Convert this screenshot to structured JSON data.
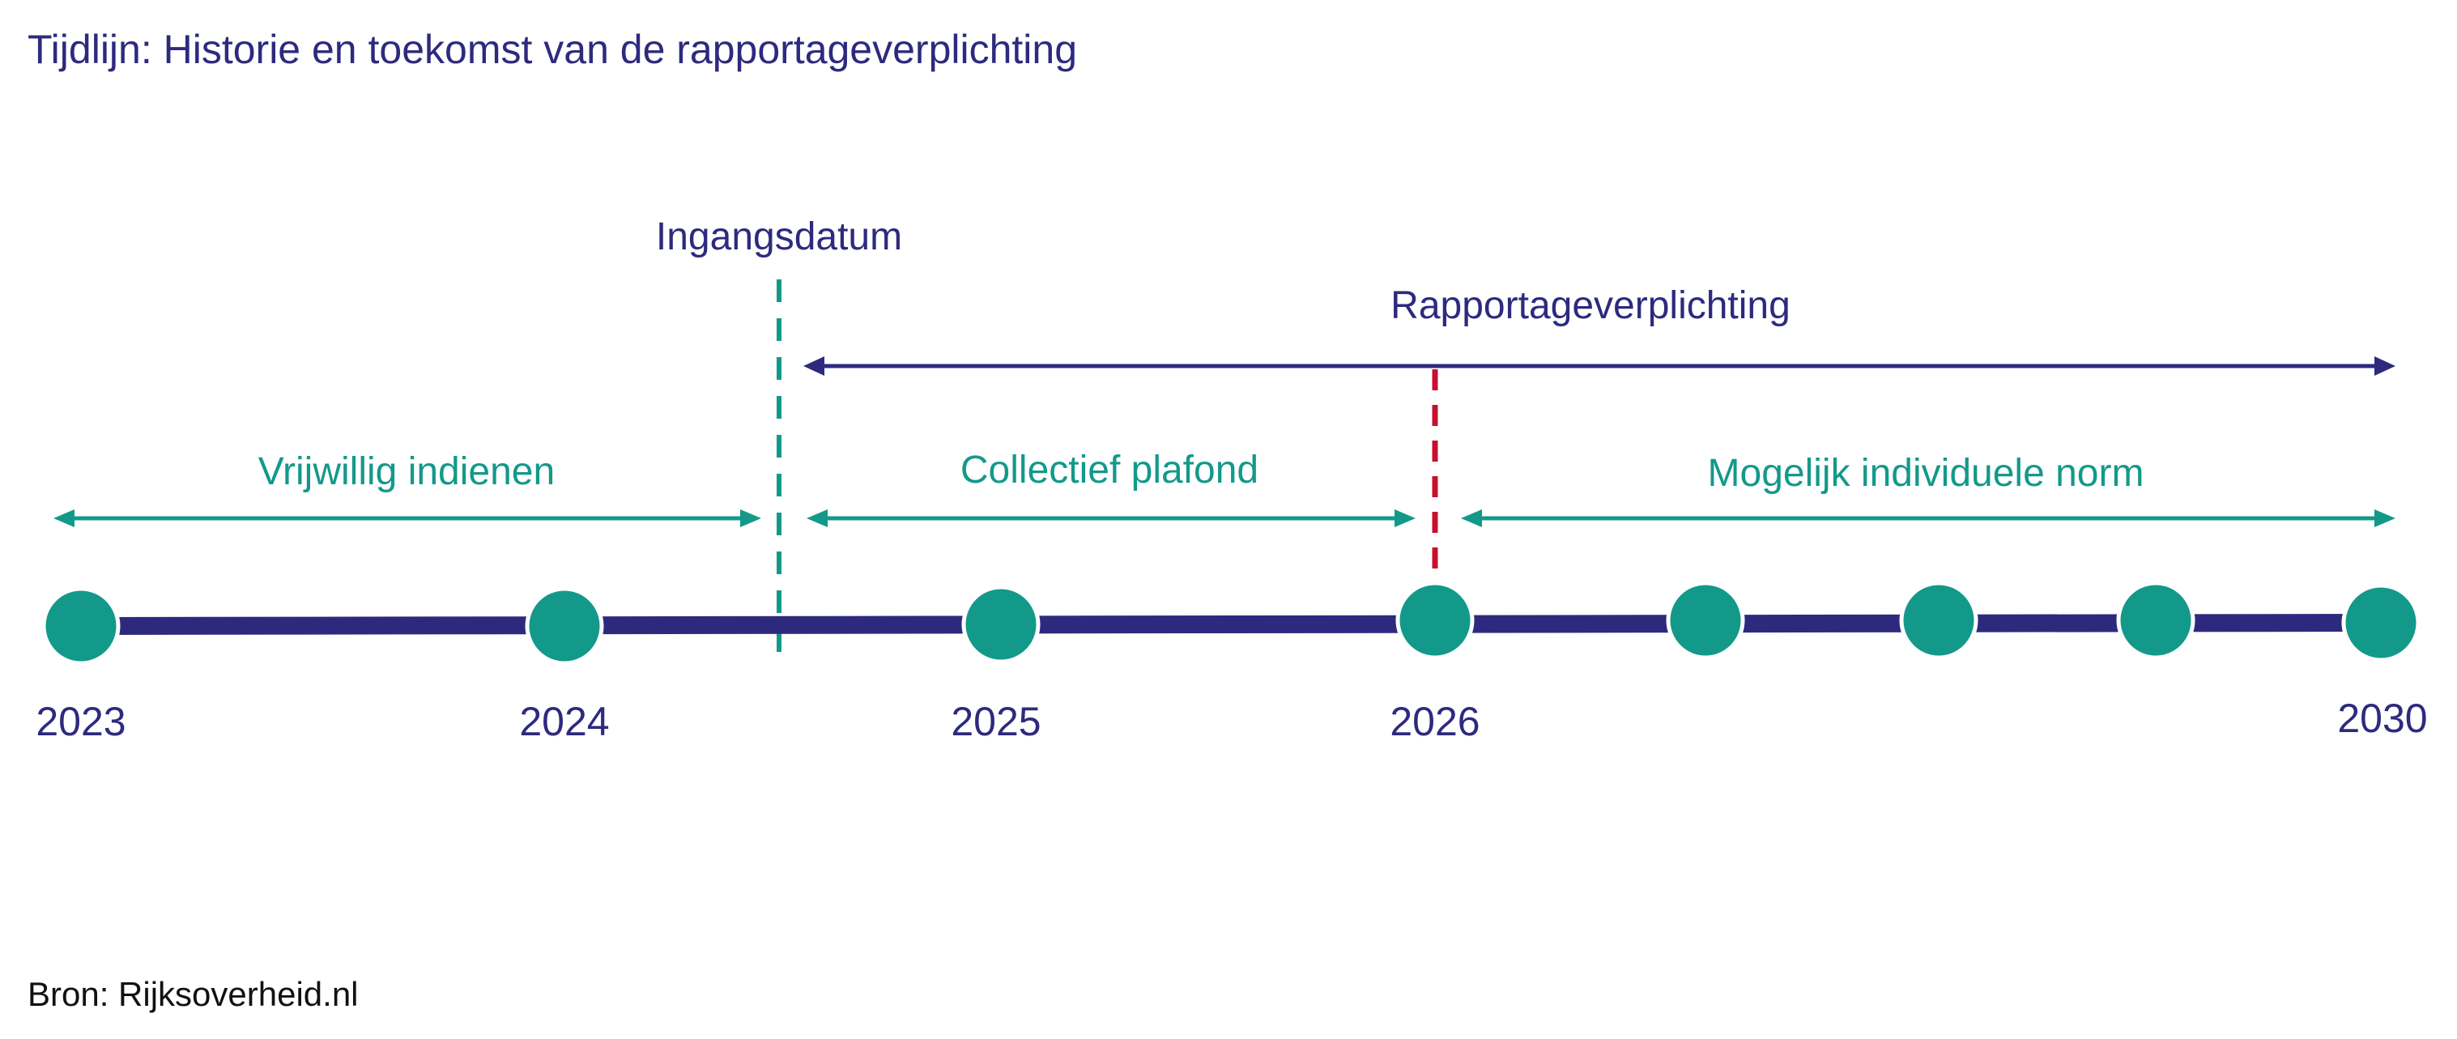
{
  "title": "Tijdlijn: Historie en toekomst van de rapportageverplichting",
  "source": "Bron: Rijksoverheid.nl",
  "colors": {
    "navy": "#2d2a7e",
    "teal": "#13998a",
    "red": "#c8102e",
    "background": "#ffffff"
  },
  "markers": {
    "start": {
      "label": "Ingangsdatum",
      "year": 2024.5
    },
    "requirement_midpoint": {
      "year": 2026
    }
  },
  "periods": [
    {
      "label": "Vrijwillig indienen",
      "from": 2023,
      "to": 2024.5,
      "color": "teal"
    },
    {
      "label": "Collectief plafond",
      "from": 2024.5,
      "to": 2026,
      "color": "teal"
    },
    {
      "label": "Mogelijk individuele norm",
      "from": 2026,
      "to": 2030,
      "color": "teal"
    },
    {
      "label": "Rapportageverplichting",
      "from": 2024.5,
      "to": 2030,
      "color": "navy"
    }
  ],
  "timeline": {
    "year_labels": [
      "2023",
      "2024",
      "2025",
      "2026",
      "2030"
    ],
    "node_count": 8
  }
}
